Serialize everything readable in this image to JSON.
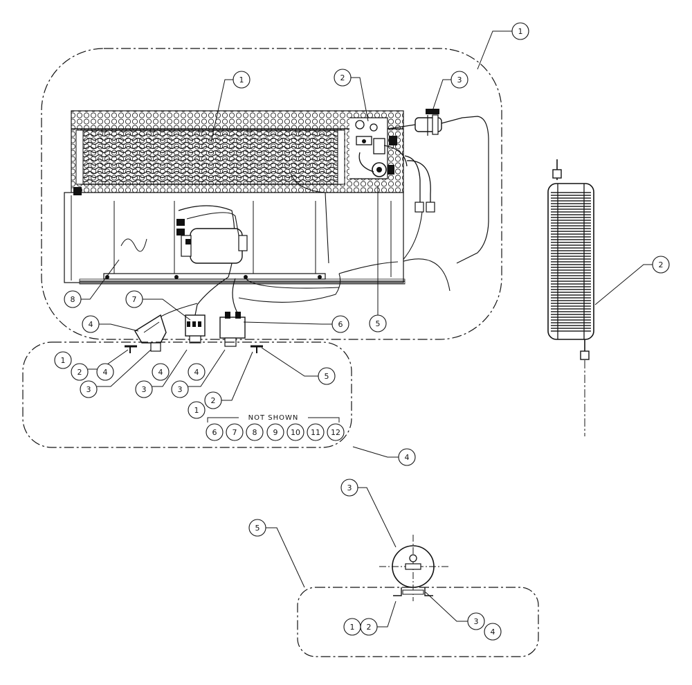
{
  "colors": {
    "ink": "#111111",
    "paper": "#ffffff"
  },
  "main_assembly": {
    "callout": "1",
    "items": [
      "1",
      "2",
      "3",
      "4",
      "5",
      "6",
      "7",
      "8"
    ]
  },
  "bracket_assembly": {
    "callout": "4",
    "items": [
      "1",
      "2",
      "3",
      "4",
      "3",
      "4",
      "3",
      "4",
      "1",
      "2",
      "5"
    ],
    "not_shown_label": "NOT SHOWN",
    "not_shown_items": [
      "6",
      "7",
      "8",
      "9",
      "10",
      "11",
      "12"
    ]
  },
  "side_coil": {
    "callout": "2"
  },
  "bottom_assembly": {
    "callout": "5",
    "items": [
      "3",
      "1",
      "2",
      "3",
      "4"
    ]
  }
}
